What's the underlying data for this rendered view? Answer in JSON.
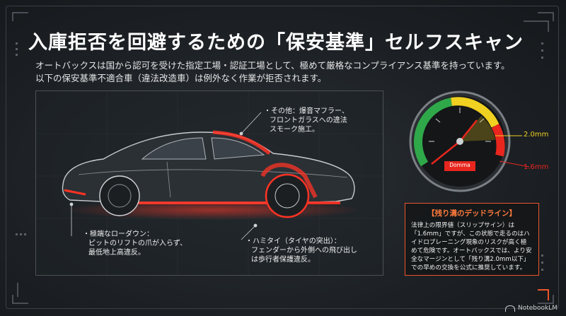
{
  "title": "入庫拒否を回避するための「保安基準」セルフスキャン",
  "intro": {
    "line1": "オートバックスは国から認可を受けた指定工場・認証工場として、極めて厳格なコンプライアンス基準を持っています。",
    "line2": "以下の保安基準不適合車（違法改造車）は例外なく作業が拒否されます。"
  },
  "callouts": {
    "other": {
      "line1": "・その他：爆音マフラー、",
      "line2": "フロントガラスへの違法",
      "line3": "スモーク施工。"
    },
    "lowdown": {
      "line1": "・極端なローダウン：",
      "line2": "ピットのリフトの爪が入らず、",
      "line3": "最低地上高違反。"
    },
    "hamitai": {
      "line1": "・ハミタイ（タイヤの突出）：",
      "line2": "フェンダーから外側への飛び出し",
      "line3": "は歩行者保護違反。"
    }
  },
  "gauge": {
    "label_high": "2.0mm",
    "label_low": "1.6mm",
    "center_label": "Domma"
  },
  "deadline": {
    "title": "【残り溝のデッドライン】",
    "line1": "法律上の限界値（スリップサイン）は",
    "line2": "「1.6mm」ですが、この状態で走るのはハ",
    "line3": "イドロプレーニング現象のリスクが高く極",
    "line4": "めて危険です。オートバックスでは、より安",
    "line5": "全なマージンとして「残り溝2.0mm以下」",
    "line6": "での早めの交換を公式に推奨しています。"
  },
  "branding": {
    "logo_text": "NotebookLM"
  },
  "colors": {
    "accent_red": "#e8261e",
    "accent_orange": "#e8552b",
    "gauge_green": "#2fa84a",
    "gauge_yellow": "#f0d020"
  }
}
